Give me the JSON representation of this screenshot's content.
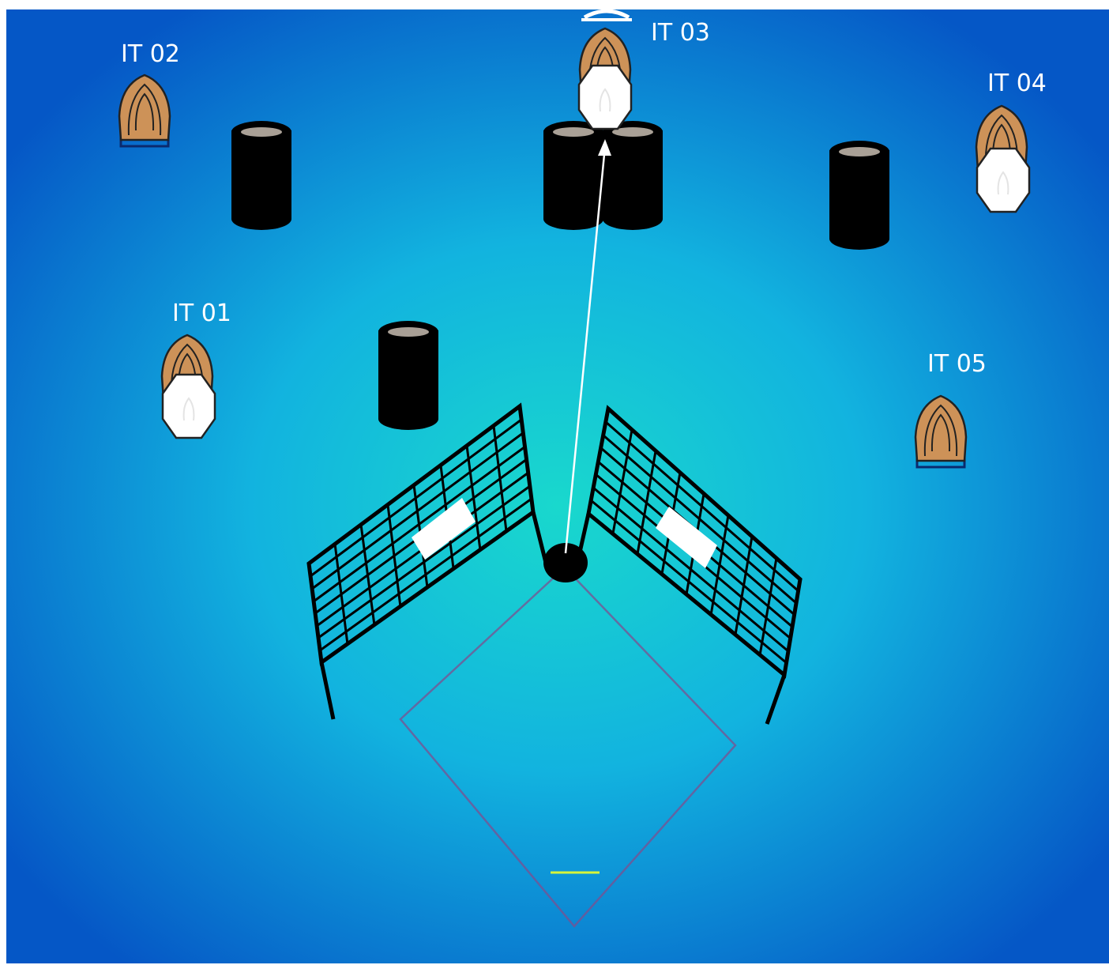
{
  "targets": [
    {
      "id": "it-01",
      "label": "IT 01",
      "has_no_shoot": true
    },
    {
      "id": "it-02",
      "label": "IT 02",
      "has_no_shoot": false
    },
    {
      "id": "it-03",
      "label": "IT 03",
      "has_no_shoot": true
    },
    {
      "id": "it-04",
      "label": "IT 04",
      "has_no_shoot": true
    },
    {
      "id": "it-05",
      "label": "IT 05",
      "has_no_shoot": false
    }
  ],
  "colors": {
    "background_edge": "#0557c6",
    "background_center": "#16d6cf",
    "barrel": "#000000",
    "barrel_top": "#a9a096",
    "target_tan": "#cd9258",
    "no_shoot": "#ffffff",
    "shooting_box": "#7d4f8f",
    "start_mark": "#d7f43a",
    "lane_line": "#ffffff",
    "label": "#ffffff"
  },
  "icons": {
    "target": "paper-target-icon",
    "no_shoot": "no-shoot-octagon-icon",
    "barrel": "barrel-icon",
    "wall": "mesh-wall-icon",
    "shooter_position": "shooter-position-icon"
  }
}
